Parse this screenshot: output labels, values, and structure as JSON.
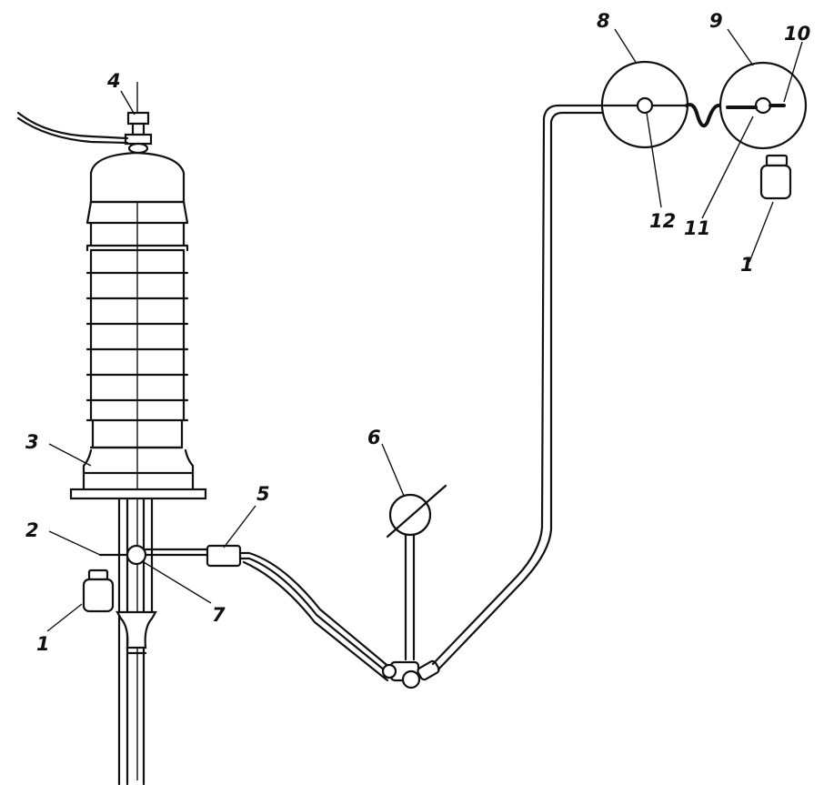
{
  "labels": {
    "l1a": "1",
    "l1b": "1",
    "l2": "2",
    "l3": "3",
    "l4": "4",
    "l5": "5",
    "l6": "6",
    "l7": "7",
    "l8": "8",
    "l9": "9",
    "l10": "10",
    "l11": "11",
    "l12": "12"
  }
}
